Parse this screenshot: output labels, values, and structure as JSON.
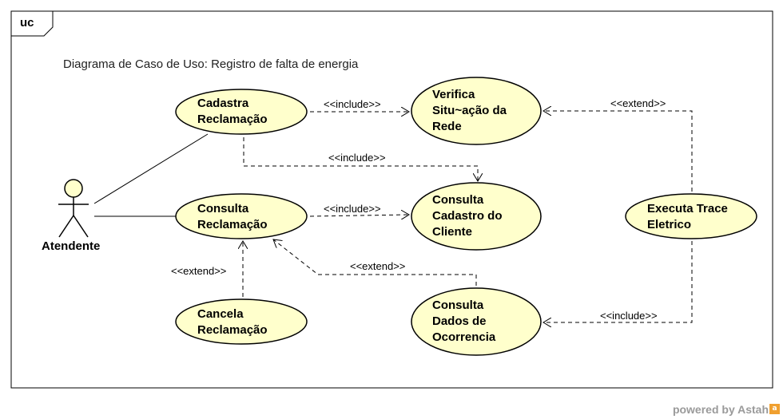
{
  "frame": {
    "tab": "uc"
  },
  "title": "Diagrama de Caso de Uso: Registro de falta de energia",
  "actor": {
    "name": "Atendente"
  },
  "use_cases": {
    "cadastra": "Cadastra\nReclamação",
    "verifica": "Verifica\nSitu~ação da\nRede",
    "consulta_reclamacao": "Consulta\nReclamação",
    "consulta_cadastro": "Consulta\nCadastro do\nCliente",
    "executa_trace": "Executa Trace\nEletrico",
    "cancela": "Cancela\nReclamação",
    "consulta_dados": "Consulta\nDados de\nOcorrencia"
  },
  "relations": {
    "include_cadastra_verifica": "<<include>>",
    "include_cadastra_cadastro": "<<include>>",
    "include_consulta_cadastro": "<<include>>",
    "extend_trace_verifica": "<<extend>>",
    "extend_cancela_consulta": "<<extend>>",
    "extend_dados_consulta": "<<extend>>",
    "include_trace_dados": "<<include>>"
  },
  "colors": {
    "use_case_fill": "#ffffcc",
    "stroke": "#000000",
    "actor_head": "#ffffcc"
  },
  "footer": {
    "text": "powered by Astah"
  }
}
